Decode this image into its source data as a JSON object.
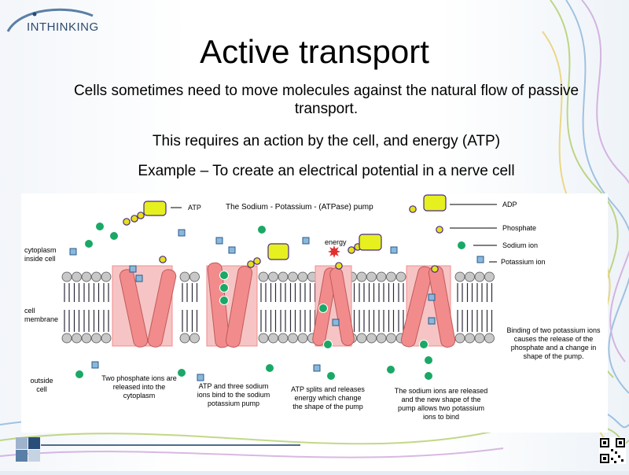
{
  "brand": {
    "logo_text": "INTHINKING"
  },
  "slide": {
    "title": "Active transport",
    "line1": "Cells sometimes need to move molecules against the natural flow of passive transport.",
    "line2": "This requires an action by the cell, and energy (ATP)",
    "line3": "Example – To create an electrical potential in a nerve cell"
  },
  "diagram": {
    "pump_title": "The Sodium - Potassium - (ATPase) pump",
    "atp_label": "ATP",
    "energy_label": "energy",
    "legend": {
      "adp": "ADP",
      "phosphate": "Phosphate",
      "sodium": "Sodium ion",
      "potassium": "Potassium ion"
    },
    "side_labels": {
      "cytoplasm": "cytoplasm inside cell",
      "membrane": "cell membrane",
      "outside": "outside cell"
    },
    "captions": {
      "step1": "Two phosphate ions are released into the cytoplasm",
      "step2": "ATP and three sodium ions bind to the sodium potassium pump",
      "step3": "ATP splits and releases energy which change the shape of the pump",
      "step4": "The sodium ions are released and the new shape of the pump allows two potassium ions to bind",
      "step5": "Binding of two potassium ions causes the release of the phosphate and a change in shape of the pump."
    },
    "colors": {
      "atp": "#e6f01e",
      "phosphate": "#e6e01a",
      "sodium": "#1aa866",
      "potassium": "#8ab8dc",
      "pump": "#f28c8c",
      "head": "#c8c8c8"
    }
  }
}
